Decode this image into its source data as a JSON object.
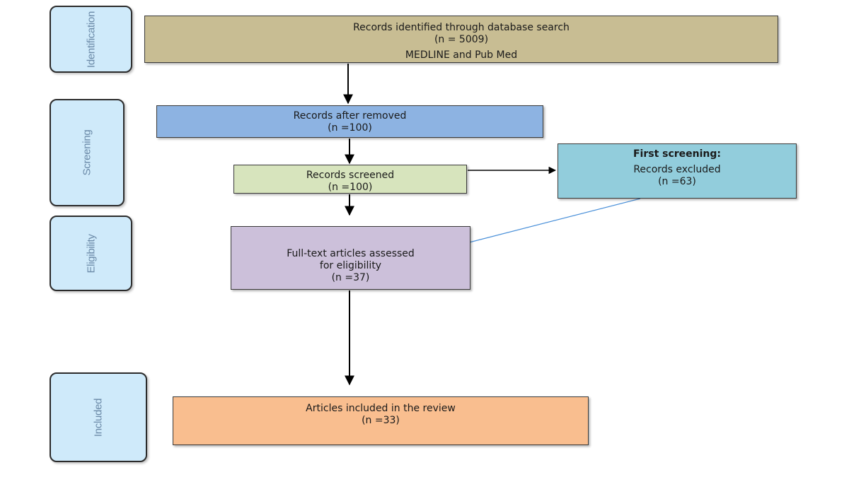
{
  "phases": {
    "identification": "Identification",
    "screening": "Screening",
    "eligibility": "Eligibility",
    "included": "Included"
  },
  "boxes": {
    "identified": {
      "line1": "Records identified through database search",
      "line2": "(n = 5009)",
      "line3": "MEDLINE and Pub Med",
      "color": "#c8bd93"
    },
    "removed": {
      "line1": "Records after removed",
      "line2": "(n =100)",
      "color": "#8db3e2"
    },
    "screened": {
      "line1": "Records screened",
      "line2": "(n =100)",
      "color": "#d7e4bd"
    },
    "excluded": {
      "heading": "First screening:",
      "line1": "Records excluded",
      "line2": "(n =63)",
      "color": "#92cddc"
    },
    "fulltext": {
      "line1": "Full-text articles assessed",
      "line2": "for eligibility",
      "line3": "(n =37)",
      "color": "#ccc0da"
    },
    "included": {
      "line1": "Articles included in the review",
      "line2": "(n =33)",
      "color": "#f9be8f"
    }
  },
  "colors": {
    "phase_fill": "#cfeafa",
    "phase_text": "#6b8aa8",
    "arrow": "#000000",
    "feedback_arrow": "#4a90d9"
  }
}
